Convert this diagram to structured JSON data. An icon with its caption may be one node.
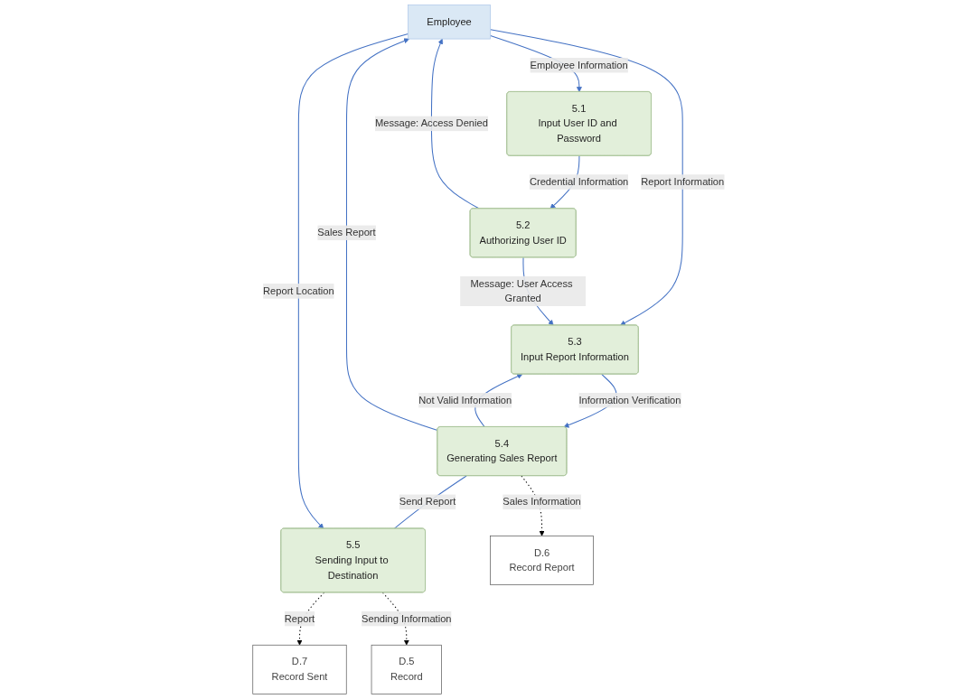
{
  "diagram": {
    "nodes": [
      {
        "text": [
          "Employee"
        ]
      },
      {
        "text": [
          "5.1",
          "Input User ID and Password"
        ]
      },
      {
        "text": [
          "5.2",
          "Authorizing User ID"
        ]
      },
      {
        "text": [
          "5.5",
          "Sending Input to Destination"
        ]
      },
      {
        "text": [
          "5.4",
          "Generating Sales Report"
        ]
      },
      {
        "text": [
          "5.3",
          "Input Report Information"
        ]
      },
      {
        "text": [
          "D.5",
          "Record"
        ]
      },
      {
        "text": [
          "D.6",
          "Record Report"
        ]
      },
      {
        "text": [
          "D.7",
          "Record Sent"
        ]
      }
    ],
    "edges": [
      {
        "from": 0,
        "to": 1,
        "arrow": "to",
        "label": "Employee Information"
      },
      {
        "from": 1,
        "to": 2,
        "arrow": "to",
        "label": "Credential Information"
      },
      {
        "from": 2,
        "to": 0,
        "arrow": "to",
        "label": "Message: Access Denied"
      },
      {
        "from": 0,
        "to": 5,
        "arrow": "to",
        "label": "Report Information"
      },
      {
        "from": 2,
        "to": 5,
        "arrow": "to",
        "label": "Message: User Access Granted"
      },
      {
        "from": 4,
        "to": 5,
        "arrow": "to",
        "label": "Not Valid Information"
      },
      {
        "from": 4,
        "to": 0,
        "arrow": "to",
        "label": "Sales Report"
      },
      {
        "from": 5,
        "to": 4,
        "arrow": "to",
        "label": "Information Verification"
      },
      {
        "from": 4,
        "to": 3,
        "arrow": "none",
        "label": "Send Report"
      },
      {
        "from": 0,
        "to": 3,
        "arrow": "to",
        "label": "Report Location"
      },
      {
        "from": 3,
        "to": 8,
        "arrow": "to",
        "label": "Report",
        "style": "dashed",
        "color": "#000000"
      },
      {
        "from": 3,
        "to": 6,
        "arrow": "to",
        "label": "Sending Information",
        "style": "dashed",
        "color": "#000000"
      },
      {
        "from": 4,
        "to": 7,
        "arrow": "to",
        "label": "Sales Information",
        "style": "dashed",
        "color": "#000000"
      }
    ]
  }
}
